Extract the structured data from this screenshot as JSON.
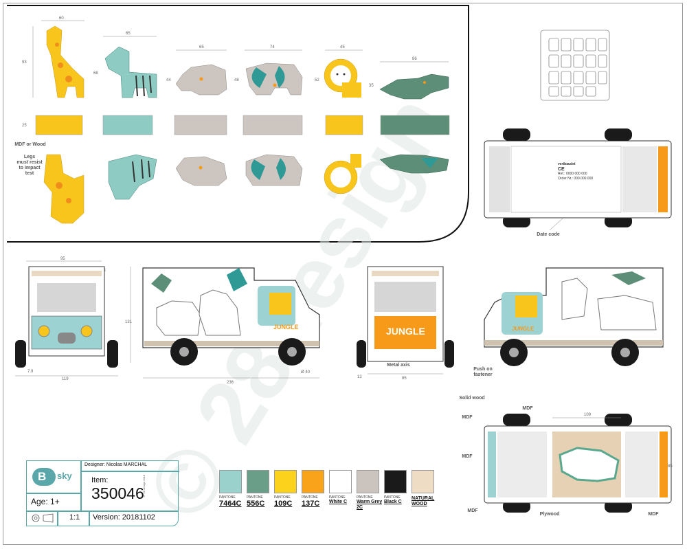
{
  "watermark": "© 28design",
  "colors": {
    "giraffe": "#f7c51c",
    "zebra": "#8ecbc3",
    "rhino": "#cdc5bf",
    "elephant": "#cdc5bf",
    "lion": "#f7c51c",
    "crocodile": "#5d8f78",
    "truck_teal": "#9cd2d1",
    "orange": "#f79a1a",
    "teal_dark": "#2f9996"
  },
  "animals": {
    "giraffe": {
      "width": "60",
      "height": "93"
    },
    "zebra": {
      "width": "65",
      "height": "68"
    },
    "rhino": {
      "width": "65",
      "height": "44"
    },
    "elephant": {
      "width": "74",
      "height": "48"
    },
    "lion": {
      "width": "45",
      "height": "52"
    },
    "crocodile": {
      "width": "86",
      "height": "35"
    }
  },
  "thickness": "25",
  "notes": {
    "mdf_or_wood": "MDF or Wood",
    "legs": [
      "Legs",
      "must resist",
      "to impact",
      "test"
    ],
    "date_code": "Date code",
    "metal_axis": "Metal axis",
    "push_fastener": [
      "Push on",
      "fastener"
    ],
    "solid_wood": "Solid wood",
    "mdf": "MDF",
    "plywood": "Plywood"
  },
  "dimensions": {
    "front_width": "95",
    "front_wheel": "7.9",
    "front_base": "119",
    "corner": "R5",
    "side_length": "236",
    "side_height": "131",
    "wheel_dia": "Ø 40",
    "back_wheel": "12",
    "back_width": "85",
    "top_width": "109",
    "top_depth": "85"
  },
  "truck": {
    "sign_front": "JUNGLE",
    "sign_back": "JUNGLE"
  },
  "label_panel": {
    "brand": "vertbaudet",
    "ce": "CE",
    "ref": "Ref.: 0000 000 000",
    "order": "Order Nr.: 000.000.000"
  },
  "titleblock": {
    "logo_letter": "B",
    "logo_text": "sky",
    "designer": "Designer: Nicolas MARCHAL",
    "copyright": "© 28 design 2018",
    "item_label": "Item:",
    "item_number": "350046",
    "age": "Age: 1+",
    "scale": "1:1",
    "version": "Version: 20181102"
  },
  "pantones": [
    {
      "code": "7464C",
      "prefix": "PANTONE",
      "color": "#9bd1cc"
    },
    {
      "code": "556C",
      "prefix": "PANTONE",
      "color": "#6a9e88"
    },
    {
      "code": "109C",
      "prefix": "PANTONE",
      "color": "#fcd21c"
    },
    {
      "code": "137C",
      "prefix": "PANTONE",
      "color": "#f9a31b"
    },
    {
      "code": "White C",
      "prefix": "PANTONE",
      "color": "#ffffff"
    },
    {
      "code": "Warm Grey 2C",
      "prefix": "PANTONE",
      "color": "#cbc3bd"
    },
    {
      "code": "Black C",
      "prefix": "PANTONE",
      "color": "#1a1a1a"
    },
    {
      "code": "NATURAL WOOD",
      "prefix": "",
      "color": "#eedcc4"
    }
  ]
}
